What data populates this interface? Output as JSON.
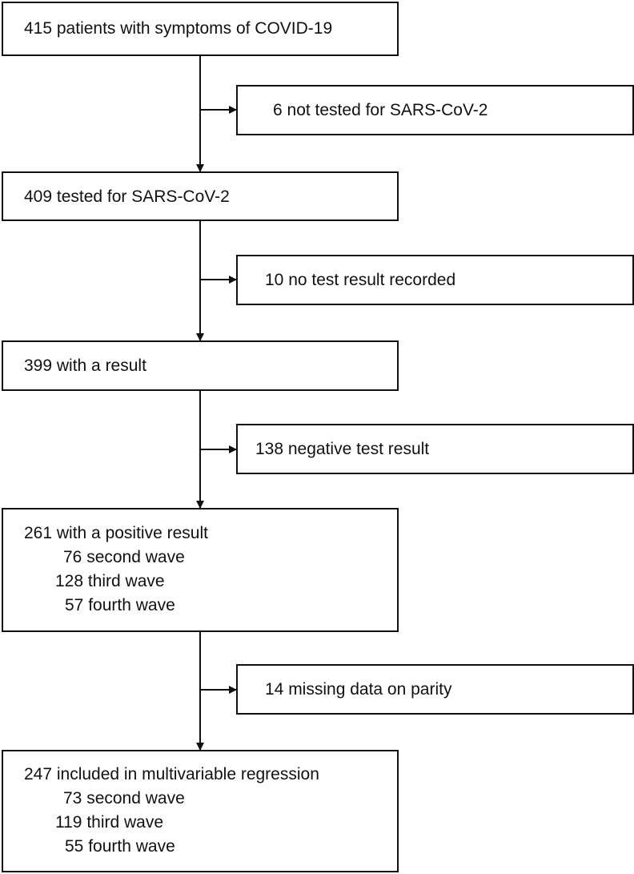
{
  "diagram": {
    "main_boxes": [
      {
        "lines": [
          {
            "text": "415 patients with symptoms of COVID-19",
            "indent": 0
          }
        ]
      },
      {
        "lines": [
          {
            "text": "409 tested for SARS-CoV-2",
            "indent": 0
          }
        ]
      },
      {
        "lines": [
          {
            "text": "399 with a result",
            "indent": 0
          }
        ]
      },
      {
        "lines": [
          {
            "text": "261 with a positive result",
            "indent": 0
          },
          {
            "text": "76 second wave",
            "indent": 1
          },
          {
            "text": "128 third wave",
            "indent": 1
          },
          {
            "text": "57 fourth wave",
            "indent": 1
          }
        ]
      },
      {
        "lines": [
          {
            "text": "247 included in multivariable regression",
            "indent": 0
          },
          {
            "text": "73 second wave",
            "indent": 1
          },
          {
            "text": "119 third wave",
            "indent": 1
          },
          {
            "text": "55 fourth wave",
            "indent": 1
          }
        ]
      }
    ],
    "exclusion_boxes": [
      {
        "text": "6 not tested for SARS-CoV-2"
      },
      {
        "text": "10 no test result recorded"
      },
      {
        "text": "138 negative test result"
      },
      {
        "text": "14 missing data on parity"
      }
    ],
    "colors": {
      "stroke": "#111111",
      "background": "#ffffff",
      "text": "#111111"
    }
  }
}
